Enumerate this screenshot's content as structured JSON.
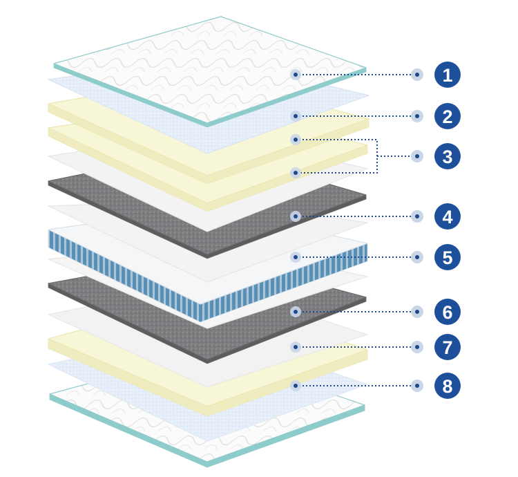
{
  "diagram": {
    "colors": {
      "quilt_fill": "#fbfbfb",
      "quilt_edge": "#8ecbcb",
      "quilt_stitch": "#dcdcdc",
      "fiber_fill": "#e4eef8",
      "foam_fill": "#f7f6d6",
      "foam_side": "#efecbf",
      "white_fill": "#f2f2f2",
      "felt_fill": "#7c7c7e",
      "felt_side": "#5d5d60",
      "spring_blue": "#5b8fb3",
      "spring_light": "#a9c6dc",
      "callout_line": "#1d4a8f",
      "dot_halo": "#c9d6e8",
      "badge_fill": "#1e4f9a"
    },
    "callouts": [
      {
        "number": "1",
        "layer": "quilted-top-cover"
      },
      {
        "number": "2",
        "layer": "fiber-layer"
      },
      {
        "number": "3",
        "layer": "comfort-foam-layers"
      },
      {
        "number": "4",
        "layer": "felt-pad"
      },
      {
        "number": "5",
        "layer": "pocket-spring-unit"
      },
      {
        "number": "6",
        "layer": "felt-pad-lower"
      },
      {
        "number": "7",
        "layer": "support-foam-layer"
      },
      {
        "number": "8",
        "layer": "quilted-bottom-cover"
      }
    ]
  }
}
